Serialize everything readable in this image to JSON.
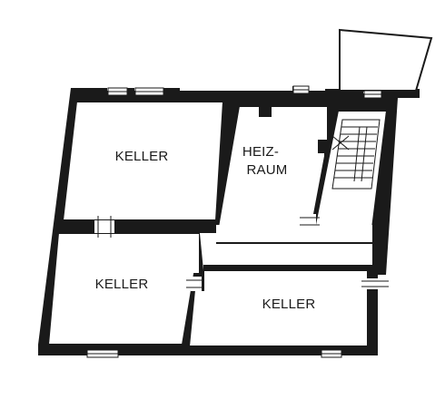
{
  "rooms": {
    "keller_top_left": "KELLER",
    "heizraum_line1": "HEIZ-",
    "heizraum_line2": "RAUM",
    "keller_bottom_left": "KELLER",
    "keller_bottom_right": "KELLER"
  }
}
